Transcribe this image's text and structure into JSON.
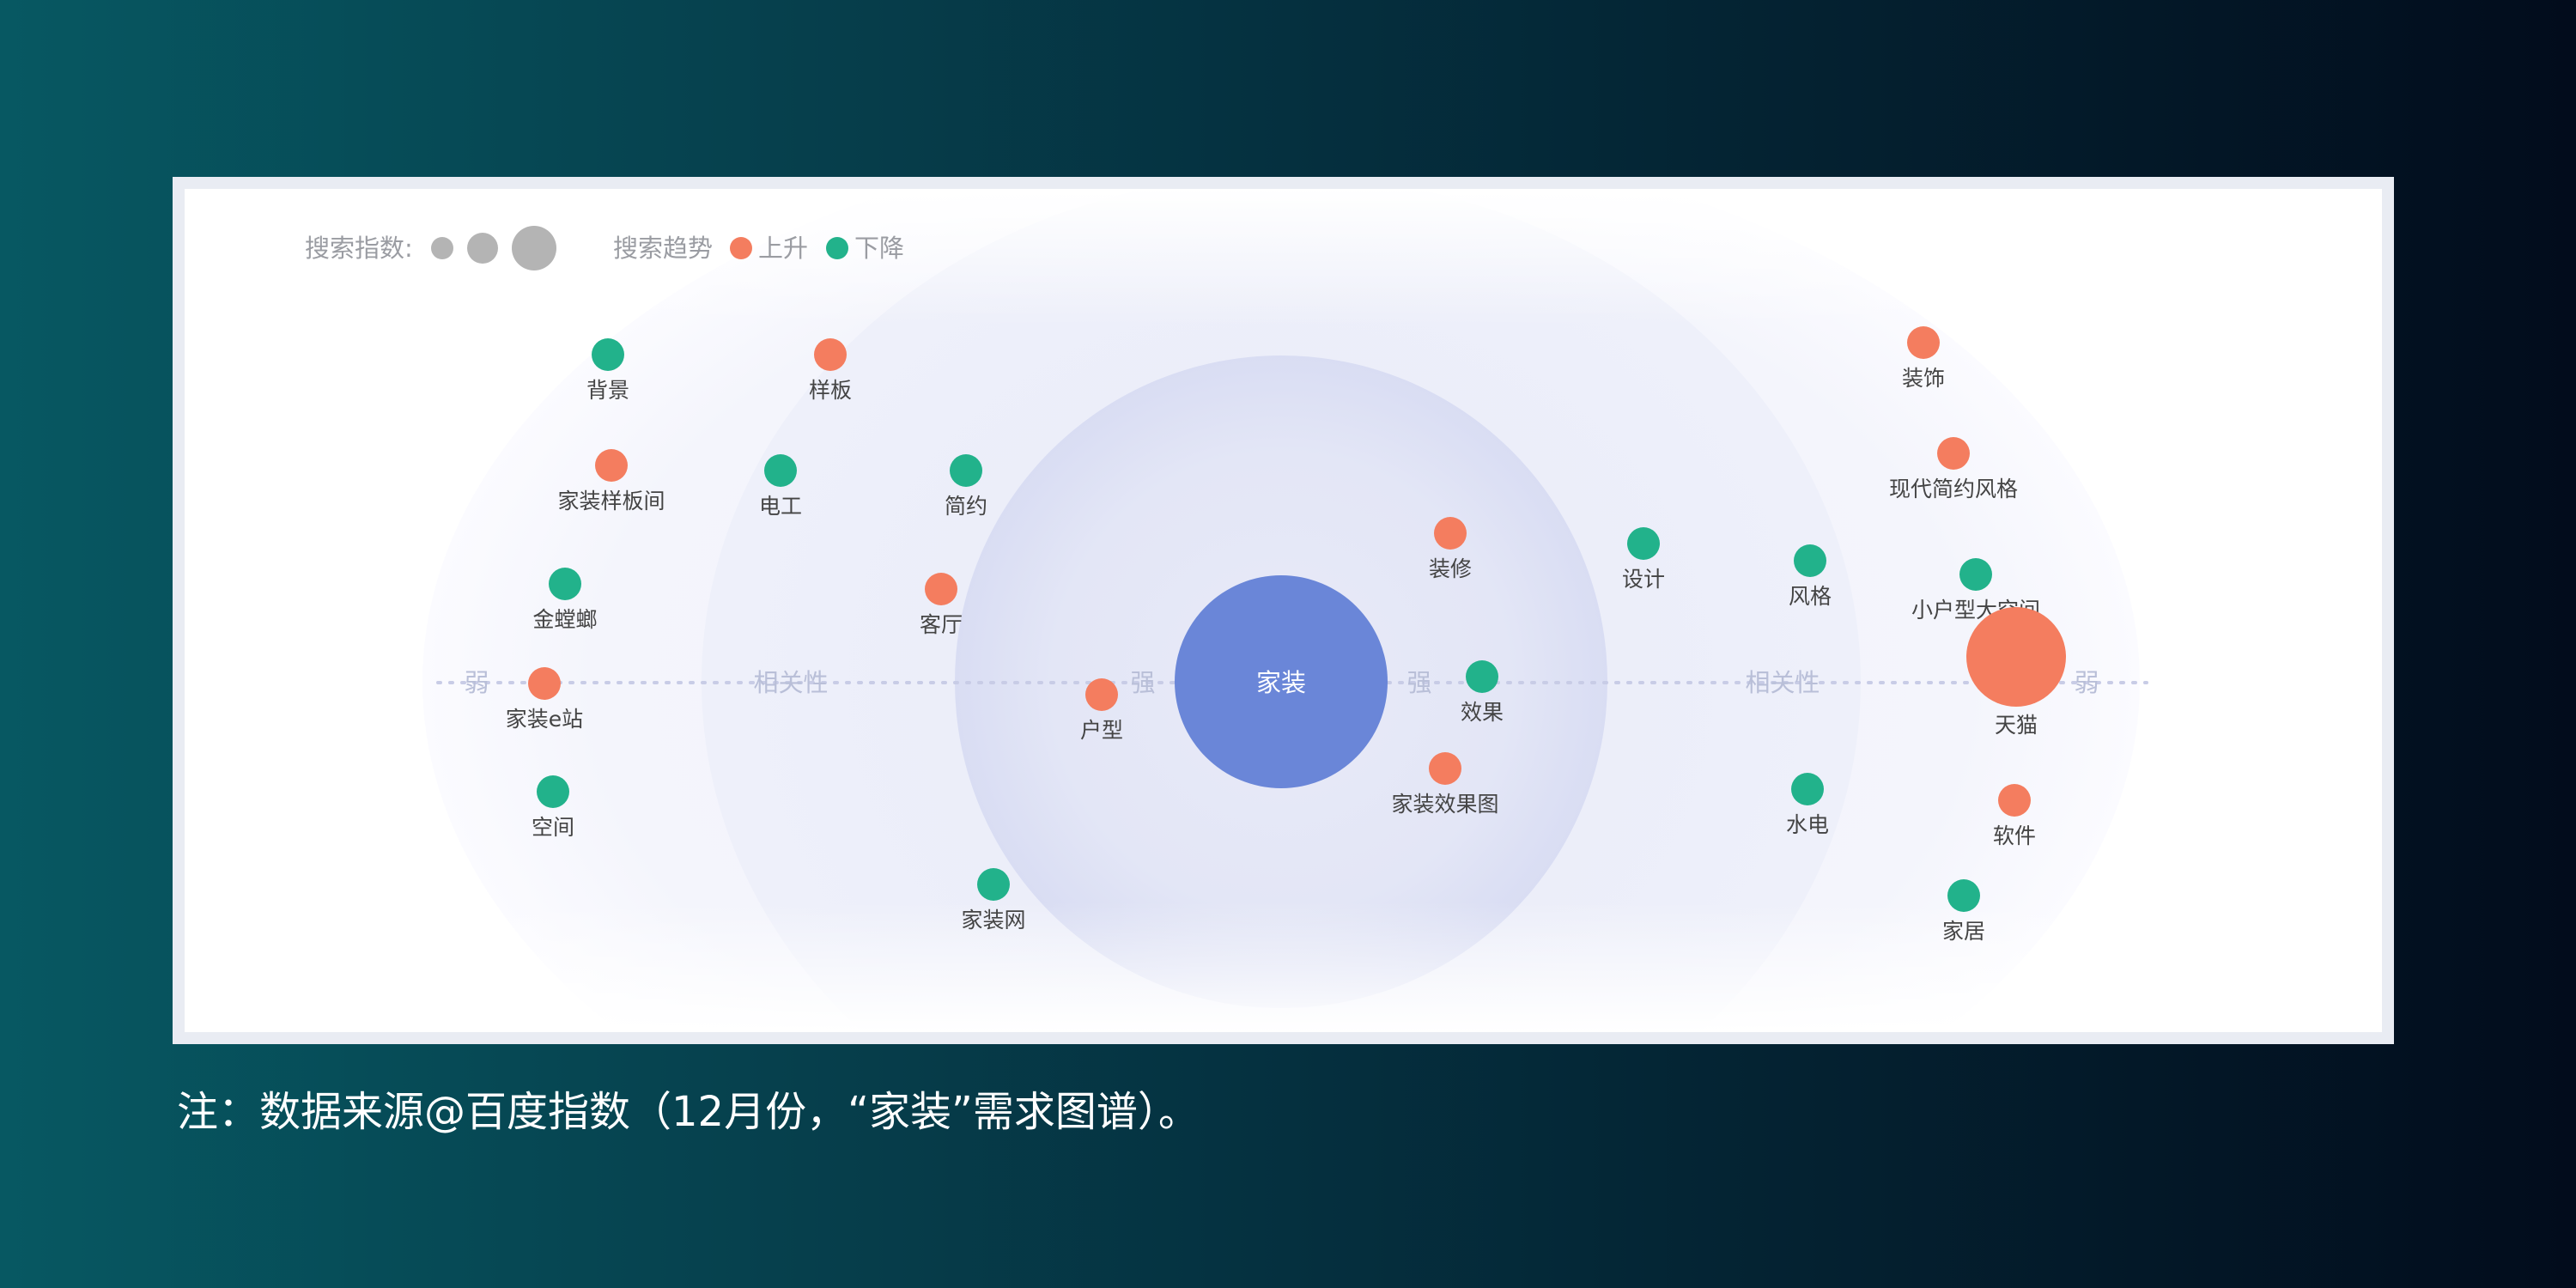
{
  "footnote": "注：数据来源@百度指数（12月份，“家装”需求图谱）。",
  "legend": {
    "size_label": "搜索指数:",
    "trend_label": "搜索趋势",
    "rise_label": "上升",
    "fall_label": "下降"
  },
  "axis": {
    "weak_left": "弱",
    "relevance_left": "相关性",
    "strong_left": "强",
    "strong_right": "强",
    "relevance_right": "相关性",
    "weak_right": "弱"
  },
  "center": {
    "label": "家装"
  },
  "colors": {
    "rise": "#f47d5f",
    "fall": "#22b28b",
    "center": "#6a86d8",
    "legend_grey": "#b4b4b4"
  },
  "nodes": [
    {
      "label": "背景",
      "trend": "fall",
      "size": "small"
    },
    {
      "label": "样板",
      "trend": "rise",
      "size": "small"
    },
    {
      "label": "家装样板间",
      "trend": "rise",
      "size": "small"
    },
    {
      "label": "电工",
      "trend": "fall",
      "size": "small"
    },
    {
      "label": "简约",
      "trend": "fall",
      "size": "small"
    },
    {
      "label": "金螳螂",
      "trend": "fall",
      "size": "small"
    },
    {
      "label": "客厅",
      "trend": "rise",
      "size": "small"
    },
    {
      "label": "家装e站",
      "trend": "rise",
      "size": "small"
    },
    {
      "label": "户型",
      "trend": "rise",
      "size": "small"
    },
    {
      "label": "空间",
      "trend": "fall",
      "size": "small"
    },
    {
      "label": "家装网",
      "trend": "fall",
      "size": "small"
    },
    {
      "label": "装修",
      "trend": "rise",
      "size": "small"
    },
    {
      "label": "效果",
      "trend": "fall",
      "size": "small"
    },
    {
      "label": "家装效果图",
      "trend": "rise",
      "size": "small"
    },
    {
      "label": "设计",
      "trend": "fall",
      "size": "small"
    },
    {
      "label": "风格",
      "trend": "fall",
      "size": "small"
    },
    {
      "label": "水电",
      "trend": "fall",
      "size": "small"
    },
    {
      "label": "装饰",
      "trend": "rise",
      "size": "small"
    },
    {
      "label": "现代简约风格",
      "trend": "rise",
      "size": "small"
    },
    {
      "label": "小户型大空间",
      "trend": "fall",
      "size": "small"
    },
    {
      "label": "天猫",
      "trend": "rise",
      "size": "large"
    },
    {
      "label": "软件",
      "trend": "rise",
      "size": "small"
    },
    {
      "label": "家居",
      "trend": "fall",
      "size": "small"
    }
  ]
}
